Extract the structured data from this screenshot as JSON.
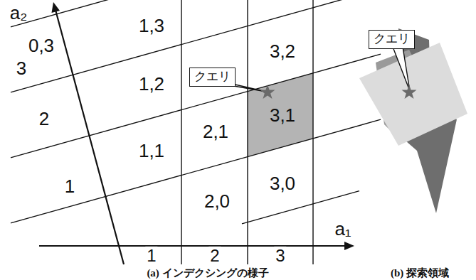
{
  "diagram": {
    "nodes": [
      {
        "text": [
          "クエリ"
        ]
      },
      {
        "text": [
          "クエリ"
        ]
      }
    ],
    "labels": [
      "a₂",
      "1,3",
      "0,3",
      "3",
      "3,2",
      "1,2",
      "3,1",
      "2",
      "2,1",
      "1,1",
      "3,0",
      "1",
      "2,0",
      "a₁",
      "1",
      "2",
      "3",
      "(a) インデクシングの様子",
      "(b) 探索領域"
    ]
  }
}
